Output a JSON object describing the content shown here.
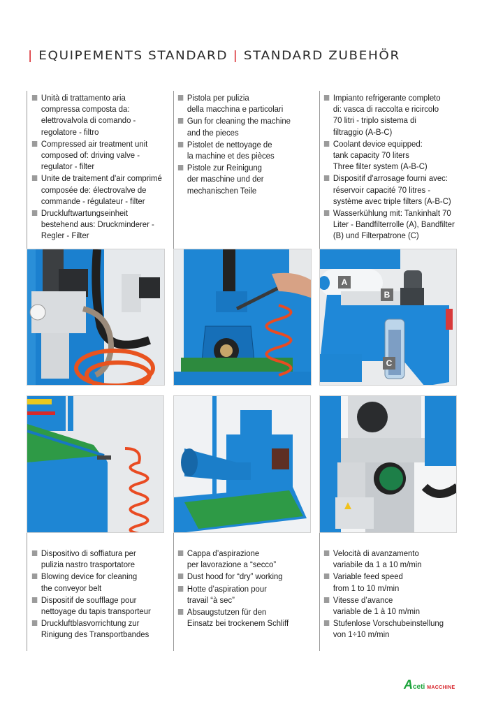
{
  "header": {
    "title_fr": "EQUIPEMENTS STANDARD",
    "title_de": "STANDARD ZUBEHÖR",
    "separator": "|",
    "accent_color": "#d8242a"
  },
  "top_row": [
    {
      "items": [
        "Unità di trattamento aria\ncompressa composta da:\nelettrovalvola di comando -\nregolatore - filtro",
        "Compressed air treatment unit\ncomposed of: driving valve -\nregulator - filter",
        "Unite de traitement d'air comprimé\ncomposée de: électrovalve de\ncommande - régulateur - filter",
        "Druckluftwartungseinheit\nbestehend aus: Druckminderer -\nRegler - Filter"
      ],
      "photo": "compressed-air-treatment-unit"
    },
    {
      "items": [
        "Pistola per pulizia\ndella macchina e particolari",
        "Gun for cleaning the machine\nand the pieces",
        "Pistolet de nettoyage de\nla machine et des pièces",
        "Pistole zur Reinigung\nder maschine und der\nmechanischen Teile"
      ],
      "photo": "cleaning-gun"
    },
    {
      "items": [
        "Impianto refrigerante completo\ndi: vasca di raccolta e ricircolo\n70 litri - triplo sistema di\nfiltraggio (A-B-C)",
        "Coolant device equipped:\ntank capacity 70 liters\nThree filter system (A-B-C)",
        "Dispositif d'arrosage fourni avec:\nréservoir capacité 70 litres -\nsystème avec triple filters (A-B-C)",
        "Wasserkühlung mit: Tankinhalt 70\nLiter - Bandfilterrolle (A), Bandfilter\n(B) und Filterpatrone (C)"
      ],
      "photo": "coolant-device",
      "photo_labels": [
        "A",
        "B",
        "C"
      ]
    }
  ],
  "bottom_row": [
    {
      "items": [
        "Dispositivo di soffiatura per\npulizia nastro trasportatore",
        "Blowing device for cleaning\nthe conveyor belt",
        "Dispositif de soufflage pour\nnettoyage du tapis transporteur",
        "Druckluftblasvorrichtung zur\nRinigung des Transportbandes"
      ],
      "photo": "blowing-device"
    },
    {
      "items": [
        "Cappa d’aspirazione\nper lavorazione a “secco”",
        "Dust hood for “dry” working",
        "Hotte d’aspiration pour\ntravail “à sec”",
        "Absaugstutzen für den\nEinsatz bei trockenem Schliff"
      ],
      "photo": "dust-hood"
    },
    {
      "items": [
        "Velocità di avanzamento\nvariabile da 1 a 10 m/min",
        "Variable feed speed\nfrom 1 to 10 m/min",
        "Vitesse d’avance\nvariable de 1 à 10 m/min",
        "Stufenlose Vorschubeinstellung\nvon 1÷10 m/min"
      ],
      "photo": "feed-motor"
    }
  ],
  "logo": {
    "letter": "A",
    "name": "ceti",
    "suffix": "MACCHINE",
    "green": "#1aa33a",
    "red": "#d8242a"
  }
}
